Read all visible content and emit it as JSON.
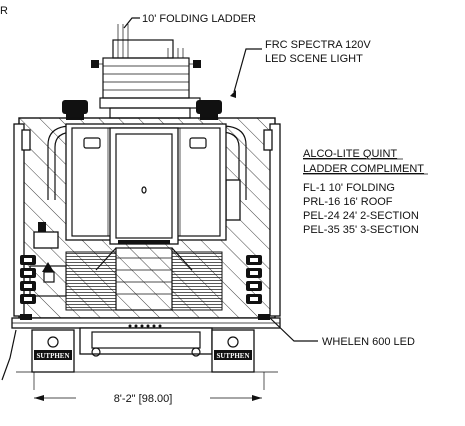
{
  "labels": {
    "cutoff_top_left": "R",
    "folding_ladder": "10' FOLDING LADDER",
    "scene_light_line1": "FRC SPECTRA 120V",
    "scene_light_line2": "LED SCENE LIGHT",
    "ladder_title_line1": "ALCO-LITE QUINT",
    "ladder_title_line2": "LADDER COMPLIMENT",
    "ladder_items": [
      "FL-1 10' FOLDING",
      "PRL-16 16' ROOF",
      "PEL-24 24' 2-SECTION",
      "PEL-35 35' 3-SECTION"
    ],
    "whelen": "WHELEN 600 LED",
    "dimension": "8'-2\" [98.00]",
    "mudflap_text": "SUTPHEN"
  }
}
